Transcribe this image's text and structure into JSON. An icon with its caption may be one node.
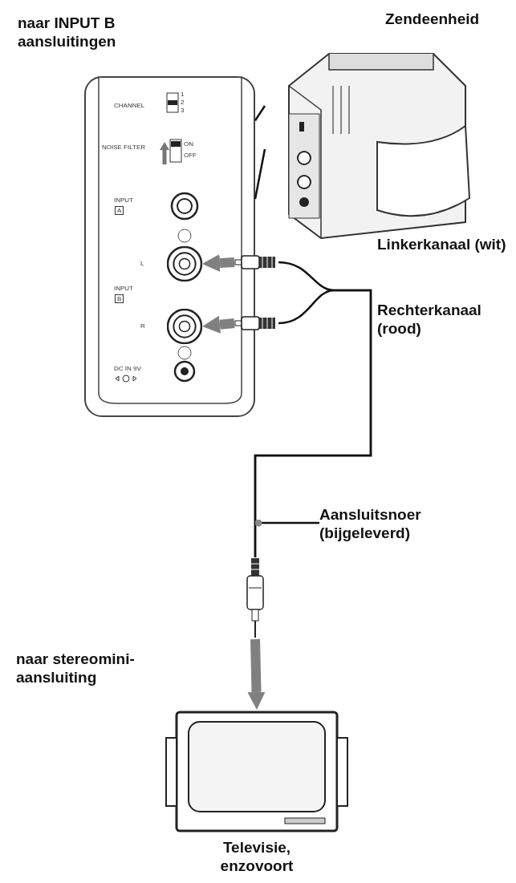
{
  "diagram": {
    "nodes": [
      {
        "text": [
          "naar INPUT B aansluitingen"
        ]
      },
      {
        "text": [
          "Zendeenheid"
        ]
      },
      {
        "text": [],
        "shape": "circle",
        "in": 0,
        "beside": [
          "L"
        ]
      },
      {
        "text": [],
        "shape": "circle",
        "in": 0,
        "beside": [
          "R"
        ]
      },
      {
        "text": [],
        "shape": "plug"
      },
      {
        "text": [],
        "shape": "plug"
      },
      {
        "text": [],
        "shape": "plug"
      },
      {
        "text": [
          "Televisie, enzovoort"
        ]
      },
      {
        "text": [
          "Aansluitsnoer (bijgeleverd)"
        ]
      }
    ],
    "edges": [
      {
        "from": 0,
        "to": 1,
        "arrow": "none"
      },
      {
        "from": 4,
        "to": 2,
        "arrow": "to",
        "style": "thick",
        "color": "#808080"
      },
      {
        "from": 5,
        "to": 3,
        "arrow": "to",
        "style": "thick",
        "color": "#808080"
      },
      {
        "from": 4,
        "to": 6,
        "arrow": "none"
      },
      {
        "from": 5,
        "to": 6,
        "arrow": "none"
      },
      {
        "from": 6,
        "to": 7,
        "arrow": "to",
        "style": "thick",
        "color": "#808080"
      },
      {
        "from": 8,
        "to": null,
        "arrow": "other"
      }
    ],
    "labels": [
      "CHANNEL",
      "1",
      "2",
      "3",
      "NOISE FILTER",
      "ON",
      "OFF",
      "INPUT",
      "A",
      "INPUT",
      "B",
      "DC IN 9V",
      "Linkerkanaal (wit)",
      "Rechterkanaal (rood)",
      "naar stereomini-aansluiting"
    ]
  }
}
